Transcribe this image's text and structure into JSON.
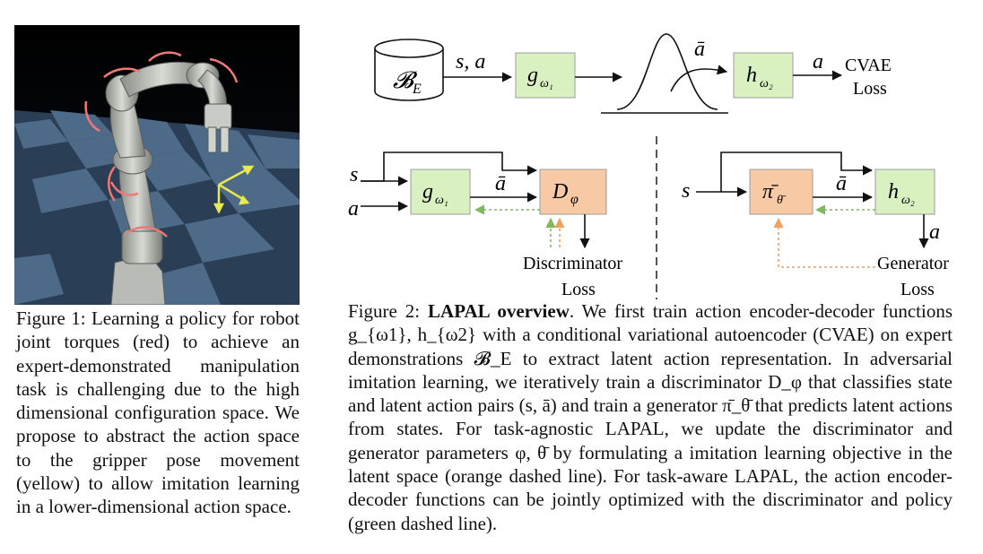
{
  "figure1": {
    "caption": "Figure 1: Learning a policy for robot joint torques (red) to achieve an expert-demonstrated manipulation task is challenging due to the high dimensional configuration space. We propose to abstract the action space to the gripper pose movement (yellow) to allow imitation learning in a lower-dimensional action space."
  },
  "figure2": {
    "caption_label": "Figure 2:",
    "caption_bold": "LAPAL overview",
    "caption_text": ". We first train action encoder-decoder functions g_{ω1}, h_{ω2} with a conditional variational autoencoder (CVAE) on expert demonstrations 𝓑_E to extract latent action representation. In adversarial imitation learning, we iteratively train a discriminator D_φ that classifies state and latent action pairs (s, ā) and train a generator π̄_θ̄ that predicts latent actions from states. For task-agnostic LAPAL, we update the discriminator and generator parameters φ, θ̄ by formulating a imitation learning objective in the latent space (orange dashed line). For task-aware LAPAL, the action encoder-decoder functions can be jointly optimized with the discriminator and policy (green dashed line).",
    "diagram": {
      "dataset": "𝓑",
      "dataset_sub": "E",
      "sa": "s, a",
      "encoder": "g",
      "encoder_sub": "ω₁",
      "abar": "ā",
      "decoder": "h",
      "decoder_sub": "ω₂",
      "a": "a",
      "cvae_line1": "CVAE",
      "cvae_line2": "Loss",
      "s": "s",
      "discriminator": "D",
      "discriminator_sub": "φ",
      "disc_loss_line1": "Discriminator",
      "disc_loss_line2": "Loss",
      "generator": "π̄",
      "generator_sub": "θ̄",
      "gen_loss_line1": "Generator",
      "gen_loss_line2": "Loss"
    }
  },
  "colors": {
    "green_box": "#d9f0c0",
    "orange_box": "#f7caa5",
    "orange_dash": "#f0a060",
    "green_dash": "#80b860",
    "red_arrow": "#f07878",
    "yellow_arrow": "#e8e850"
  }
}
